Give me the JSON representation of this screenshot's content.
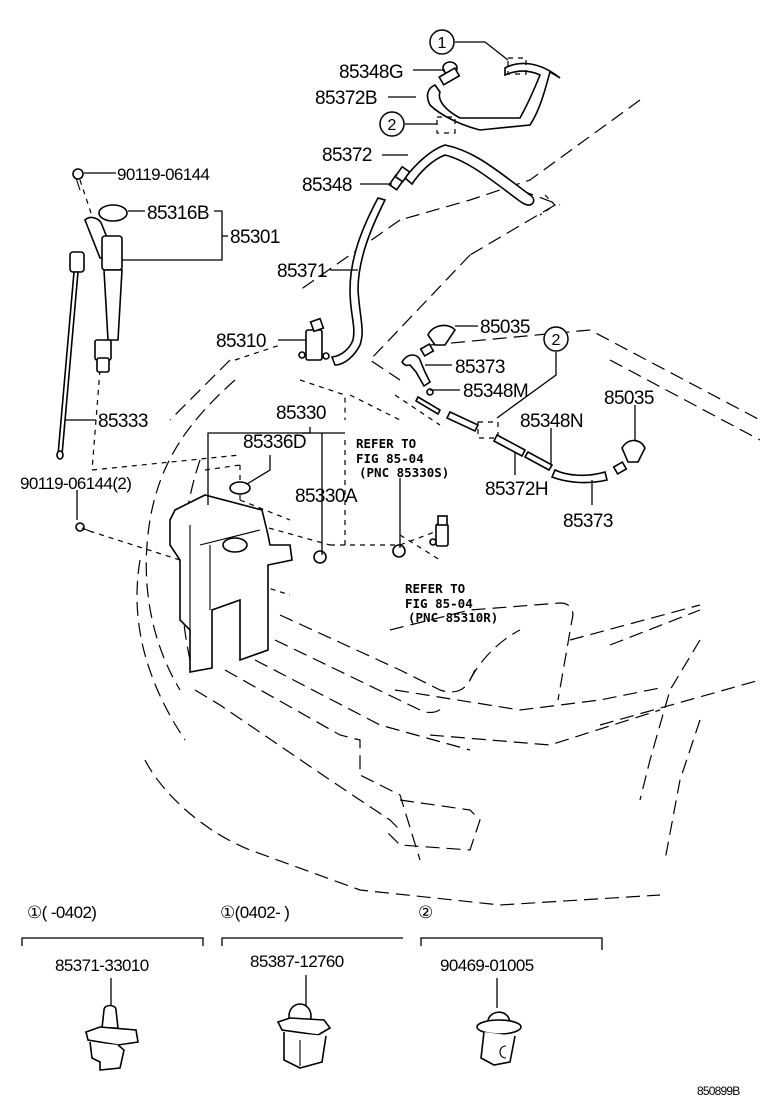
{
  "diagram": {
    "figure_code": "850899B",
    "part_labels": {
      "p85348G": "85348G",
      "p85372B": "85372B",
      "p85372": "85372",
      "p85348": "85348",
      "p90119_06144": "90119-06144",
      "p85316B": "85316B",
      "p85301": "85301",
      "p85371": "85371",
      "p85310": "85310",
      "p85035a": "85035",
      "p85373a": "85373",
      "p85348M": "85348M",
      "p85333": "85333",
      "p85330": "85330",
      "p85336D": "85336D",
      "p85035b": "85035",
      "p85348N": "85348N",
      "p90119_06144_2": "90119-06144(2)",
      "p85330A": "85330A",
      "p85372H": "85372H",
      "p85373b": "85373"
    },
    "callouts": {
      "c1": "1",
      "c2a": "2",
      "c2b": "2"
    },
    "references": [
      {
        "line1": "REFER TO",
        "line2": "FIG 85-04",
        "line3": "(PNC 85330S)"
      },
      {
        "line1": "REFER TO",
        "line2": "FIG 85-04",
        "line3": "(PNC 85310R)"
      }
    ],
    "clip_legend": [
      {
        "header": "①(      -0402)",
        "part_number": "85371-33010"
      },
      {
        "header": "①(0402-      )",
        "part_number": "85387-12760"
      },
      {
        "header": "②",
        "part_number": "90469-01005"
      }
    ]
  }
}
